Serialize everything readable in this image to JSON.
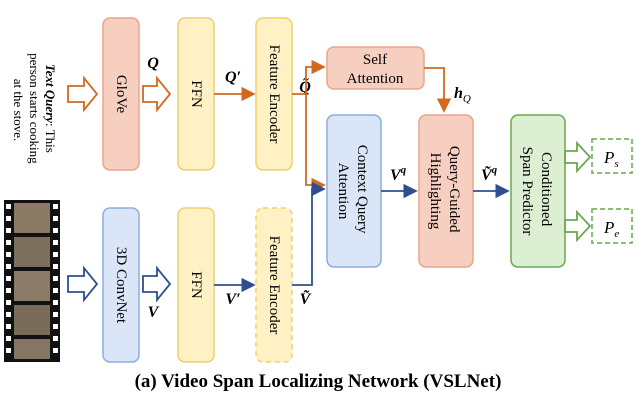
{
  "text_query": {
    "label": "Text Query",
    "lines": [
      ": This",
      "person starts cooking",
      "at the stove."
    ]
  },
  "blocks": {
    "glove": "GloVe",
    "ffn_text": "FFN",
    "encoder_text": "Feature Encoder",
    "self_attention": [
      "Self",
      "Attention"
    ],
    "context_query": [
      "Context Query",
      "Attention"
    ],
    "qgh": [
      "Query-Guided",
      "Highlighting"
    ],
    "csp": [
      "Conditioned",
      "Span Predictor"
    ],
    "convnet": "3D ConvNet",
    "ffn_video": "FFN",
    "encoder_video": "Feature Encoder"
  },
  "symbols": {
    "Q": "Q",
    "Q_prime": "Q′",
    "Q_tilde": "Q̃",
    "h_Q": "h",
    "h_Q_sub": "Q",
    "V": "V",
    "V_prime": "V′",
    "V_tilde": "Ṽ",
    "V_q": "V",
    "V_q_sup": "q",
    "V_tilde_q": "Ṽ",
    "V_tilde_q_sup": "q",
    "P_s": "P",
    "P_s_sub": "s",
    "P_e": "P",
    "P_e_sub": "e"
  },
  "colors": {
    "text_arrow": "#d2691e",
    "video_arrow": "#2e4e8f",
    "orange_fill": "#f7cfc0",
    "orange_stroke": "#e8a58c",
    "yellow_fill": "#fff1c4",
    "yellow_stroke": "#f0cf72",
    "blue_fill": "#dae5f7",
    "blue_stroke": "#8eaedc",
    "green_fill": "#dcefd2",
    "green_stroke": "#6aa84f"
  },
  "caption": "(a) Video Span Localizing Network (VSLNet)"
}
